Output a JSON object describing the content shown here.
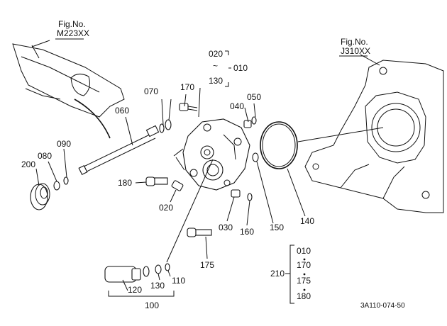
{
  "references": [
    {
      "title": "Fig.No.",
      "code": "M223XX"
    },
    {
      "title": "Fig.No.",
      "code": "J310XX"
    }
  ],
  "callouts": {
    "c010": "010",
    "c020_top": "020",
    "tilde": "~",
    "c130_top": "130",
    "c170": "170",
    "c070": "070",
    "c060": "060",
    "c040": "040",
    "c050": "050",
    "c090": "090",
    "c080": "080",
    "c200": "200",
    "c180": "180",
    "c020": "020",
    "c030": "030",
    "c160": "160",
    "c150": "150",
    "c140": "140",
    "c175": "175",
    "c120": "120",
    "c130": "130",
    "c110": "110",
    "c100": "100"
  },
  "kit": {
    "number": "210",
    "items": [
      "010",
      "170",
      "175",
      "180"
    ]
  },
  "drawing_code": "3A110-074-50"
}
